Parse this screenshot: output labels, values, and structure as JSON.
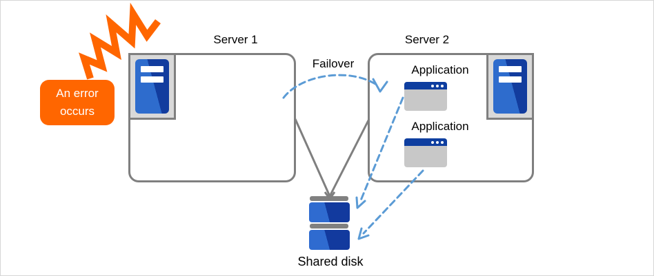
{
  "diagram": {
    "title_context": "failover-cluster-diagram",
    "error_callout": {
      "text": "An error occurs"
    },
    "server1": {
      "label": "Server 1"
    },
    "server2": {
      "label": "Server 2",
      "applications": [
        {
          "label": "Application"
        },
        {
          "label": "Application"
        }
      ]
    },
    "failover": {
      "label": "Failover"
    },
    "shared_disk": {
      "label": "Shared disk"
    },
    "icons": [
      "error-burst-icon",
      "server-tower-icon",
      "application-window-icon",
      "shared-disk-icon",
      "failover-arrow",
      "app-to-disk-arrow",
      "server-to-disk-connector"
    ],
    "colors": {
      "accent_orange": "#FF6600",
      "server_blue_light": "#2E6CCD",
      "server_blue_dark": "#123C9E",
      "app_titlebar_blue": "#0E3EA0",
      "app_body_gray": "#C8C8C8",
      "frame_gray_fill": "#D9D9D9",
      "line_gray": "#7F7F7F",
      "arrow_blue": "#5B9BD5",
      "text_black": "#000000",
      "callout_text_white": "#FFFFFF"
    }
  }
}
